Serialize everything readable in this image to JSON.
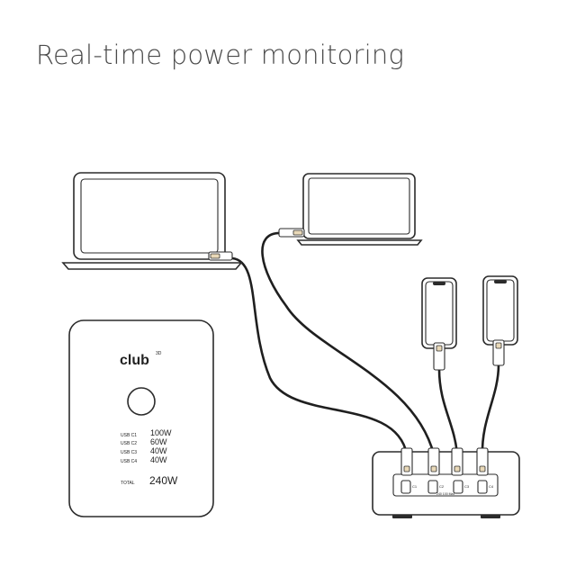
{
  "title": "Real-time power monitoring",
  "brand": {
    "logo_text": "club",
    "logo_suffix": "3D"
  },
  "display": {
    "ports": [
      {
        "name": "USB C1",
        "watts": "100W"
      },
      {
        "name": "USB C2",
        "watts": "60W"
      },
      {
        "name": "USB C3",
        "watts": "40W"
      },
      {
        "name": "USB C4",
        "watts": "40W"
      }
    ],
    "total_label": "TOTAL",
    "total_value": "240W"
  },
  "hub": {
    "port_labels": [
      "C1",
      "C2",
      "C3",
      "C4"
    ],
    "caption": "240 100 Max"
  },
  "colors": {
    "line": "#2b2b2b",
    "cable": "#1f1f1f",
    "connector_tip": "#e9d9b8",
    "title_text": "#4a4a4a"
  }
}
